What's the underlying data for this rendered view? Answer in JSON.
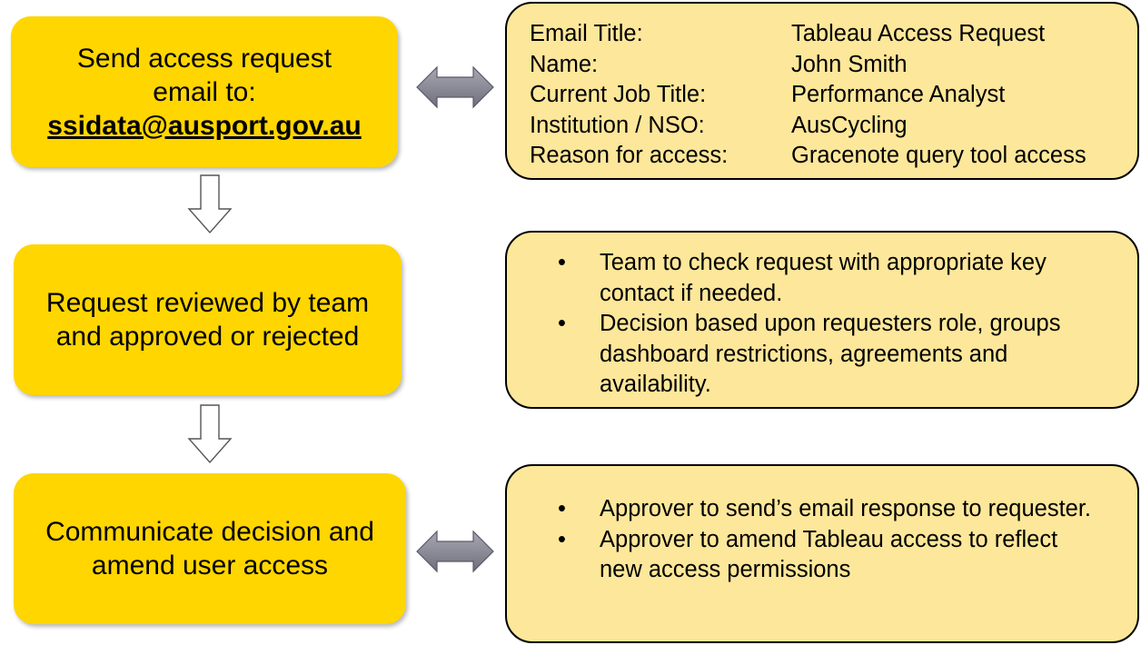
{
  "steps": [
    {
      "lines": [
        "Send access request",
        "email to:"
      ],
      "email": "ssidata@ausport.gov.au"
    },
    {
      "lines": [
        "Request reviewed by team",
        "and approved or rejected"
      ]
    },
    {
      "lines": [
        "Communicate decision and",
        "amend user access"
      ]
    }
  ],
  "email_details": [
    {
      "label": "Email Title:",
      "value": "Tableau Access Request"
    },
    {
      "label": "Name:",
      "value": "John Smith"
    },
    {
      "label": "Current Job Title:",
      "value": "Performance Analyst"
    },
    {
      "label": "Institution / NSO:",
      "value": "AusCycling"
    },
    {
      "label": "Reason for access:",
      "value": "Gracenote query tool access"
    }
  ],
  "bullet_char": "•",
  "review_notes": [
    [
      "Team to check request with appropriate key",
      "contact if needed."
    ],
    [
      "Decision based upon requesters role, groups",
      "dashboard restrictions, agreements and",
      "availability."
    ]
  ],
  "decision_notes": [
    [
      "Approver to send’s email response to requester."
    ],
    [
      "Approver to amend Tableau access to reflect",
      "new access permissions"
    ]
  ],
  "colors": {
    "step_fill": "#ffd600",
    "note_fill": "#fde79a",
    "arrow_fill": "#8c8c99"
  }
}
